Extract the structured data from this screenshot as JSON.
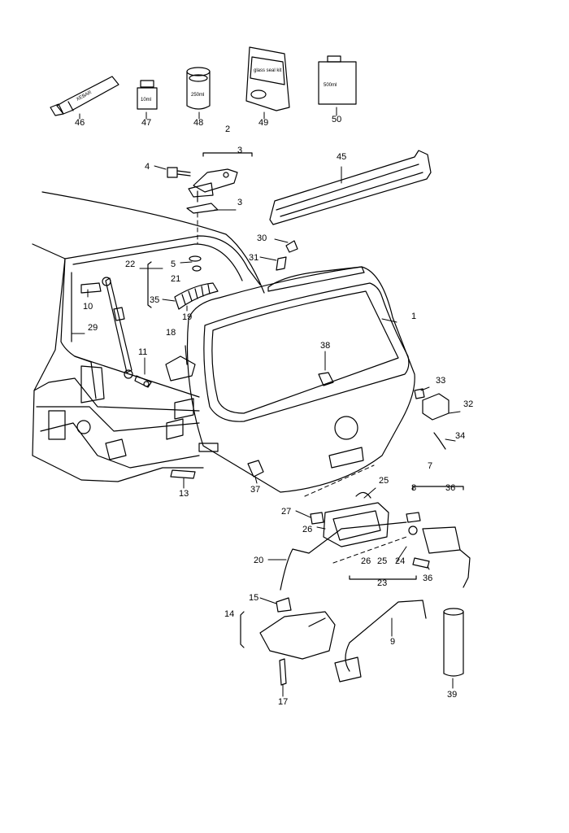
{
  "diagram": {
    "callouts": {
      "c46": "46",
      "c47": "47",
      "c48": "48",
      "c49": "49",
      "c50": "50",
      "c2": "2",
      "c3a": "3",
      "c3b": "3",
      "c4": "4",
      "c45": "45",
      "c30": "30",
      "c31": "31",
      "c5": "5",
      "c22": "22",
      "c21": "21",
      "c10": "10",
      "c35": "35",
      "c19": "19",
      "c1": "1",
      "c29": "29",
      "c18": "18",
      "c11": "11",
      "c38": "38",
      "c33": "33",
      "c32": "32",
      "c34": "34",
      "c7": "7",
      "c13": "13",
      "c37": "37",
      "c25a": "25",
      "c8": "8",
      "c36a": "36",
      "c27": "27",
      "c26a": "26",
      "c20": "20",
      "c26b": "26",
      "c25b": "25",
      "c24": "24",
      "c23": "23",
      "c36b": "36",
      "c15": "15",
      "c14": "14",
      "c9": "9",
      "c17": "17",
      "c39": "39"
    },
    "product_labels": {
      "tube": "XEBAR",
      "bottle_small": "10ml",
      "can": "250ml",
      "pouch": "glass seal kit",
      "box": "500ml"
    }
  }
}
